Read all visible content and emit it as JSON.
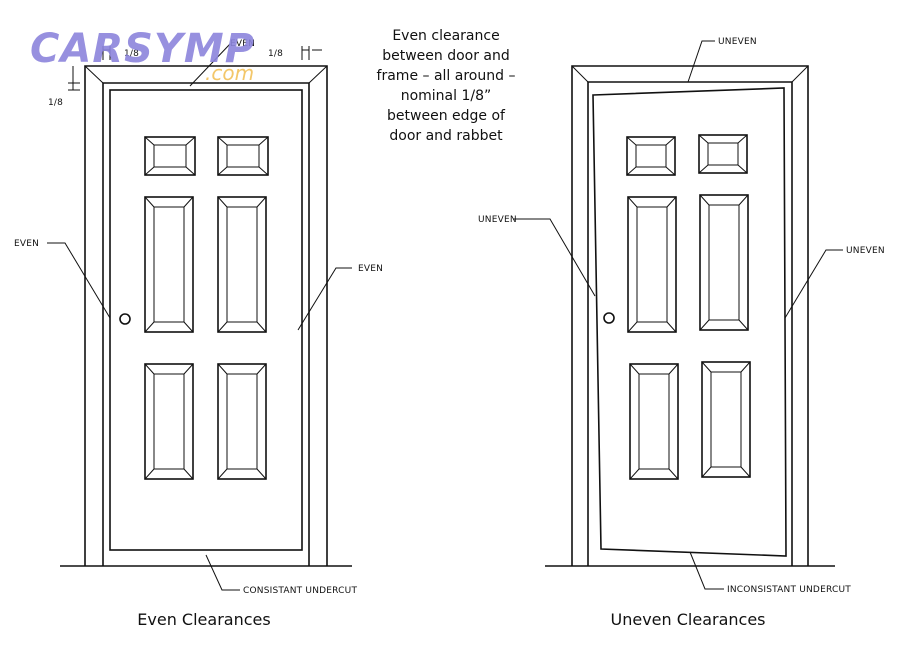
{
  "logo": {
    "main": "CARSYMP",
    "sub": ".com",
    "main_color": "#8c85dc",
    "sub_color": "#f2c15a"
  },
  "note_lines": [
    "Even clearance",
    "between door and",
    "frame – all around –",
    "nominal 1/8”",
    "between edge of",
    "door and rabbet"
  ],
  "left_door": {
    "caption": "Even Clearances",
    "labels": {
      "top": "EVEN",
      "left": "EVEN",
      "right": "EVEN",
      "bottom": "CONSISTANT UNDERCUT",
      "dim_left": "1/8",
      "dim_top_left": "1/8",
      "dim_top_right": "1/8"
    }
  },
  "right_door": {
    "caption": "Uneven Clearances",
    "labels": {
      "top": "UNEVEN",
      "left": "UNEVEN",
      "right": "UNEVEN",
      "bottom": "INCONSISTANT UNDERCUT"
    }
  }
}
